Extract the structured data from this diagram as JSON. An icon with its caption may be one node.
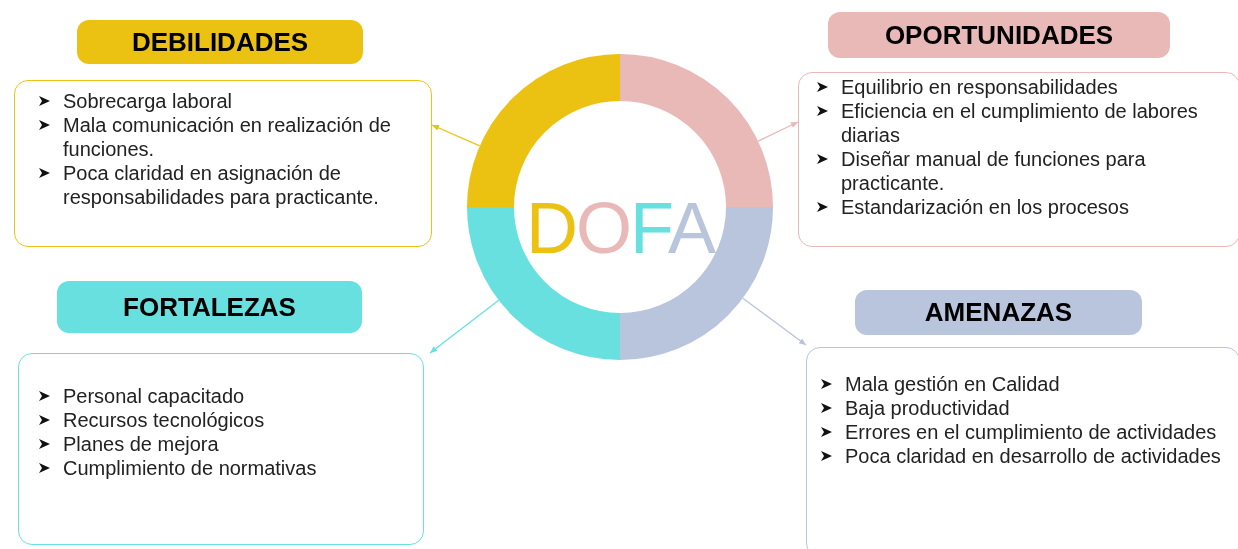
{
  "diagram": {
    "nodes": [
      {
        "text": [
          "DEBILIDADES"
        ]
      },
      {
        "text": [
          "OPORTUNIDADES"
        ]
      },
      {
        "text": [
          "Sobrecarga laboral",
          "Mala comunicación en realización de funciones.",
          "Poca claridad en asignación de responsabilidades para practicante."
        ]
      },
      {
        "text": [
          "DOFA"
        ]
      },
      {
        "text": [
          "Equilibrio en responsabilidades",
          "Eficiencia en el cumplimiento de labores diarias",
          "Diseñar manual de funciones para practicante.",
          "Estandarización en los procesos"
        ]
      },
      {
        "text": [
          "FORTALEZAS"
        ]
      },
      {
        "text": [
          "AMENAZAS"
        ]
      },
      {
        "text": [
          "Personal capacitado",
          "Recursos tecnológicos",
          "Planes de mejora",
          "Cumplimiento de normativas"
        ]
      },
      {
        "text": [
          "Mala gestión en Calidad",
          "Baja productividad",
          "Errores en el cumplimiento de actividades",
          "Poca claridad en desarrollo de actividades"
        ]
      }
    ],
    "edges": [
      {
        "from": 3,
        "to": 2,
        "arrow": "to",
        "color": "#ecc212"
      },
      {
        "from": 3,
        "to": 4,
        "arrow": "to",
        "color": "#e9b9b7"
      },
      {
        "from": 3,
        "to": 7,
        "arrow": "to",
        "color": "#68e0e0"
      },
      {
        "from": 3,
        "to": 8,
        "arrow": "to",
        "color": "#b8c5dc"
      }
    ]
  }
}
